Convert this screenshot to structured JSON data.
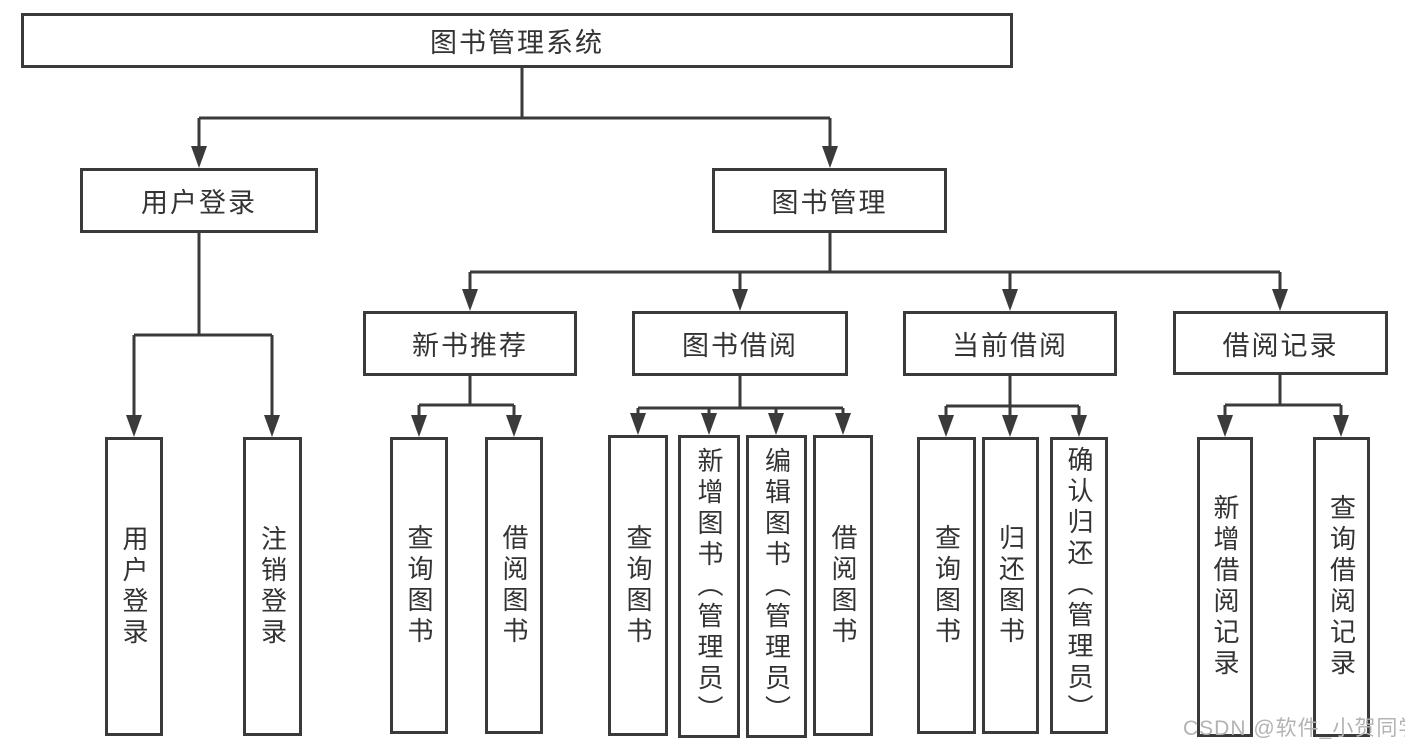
{
  "diagram": {
    "type": "tree",
    "title": "图书管理系统",
    "root": {
      "label": "图书管理系统",
      "children": [
        {
          "label": "用户登录",
          "children": [
            {
              "label": "用户登录"
            },
            {
              "label": "注销登录"
            }
          ]
        },
        {
          "label": "图书管理",
          "children": [
            {
              "label": "新书推荐",
              "children": [
                {
                  "label": "查询图书"
                },
                {
                  "label": "借阅图书"
                }
              ]
            },
            {
              "label": "图书借阅",
              "children": [
                {
                  "label": "查询图书"
                },
                {
                  "label": "新增图书（管理员）"
                },
                {
                  "label": "编辑图书（管理员）"
                },
                {
                  "label": "借阅图书"
                }
              ]
            },
            {
              "label": "当前借阅",
              "children": [
                {
                  "label": "查询图书"
                },
                {
                  "label": "归还图书"
                },
                {
                  "label": "确认归还（管理员）"
                }
              ]
            },
            {
              "label": "借阅记录",
              "children": [
                {
                  "label": "新增借阅记录"
                },
                {
                  "label": "查询借阅记录"
                }
              ]
            }
          ]
        }
      ]
    }
  },
  "watermark": {
    "text": "CSDN @软件_小贺同学",
    "color": "#b3b3b3"
  },
  "colors": {
    "line": "#3a3a3a",
    "text": "#333333",
    "background": "#ffffff"
  }
}
